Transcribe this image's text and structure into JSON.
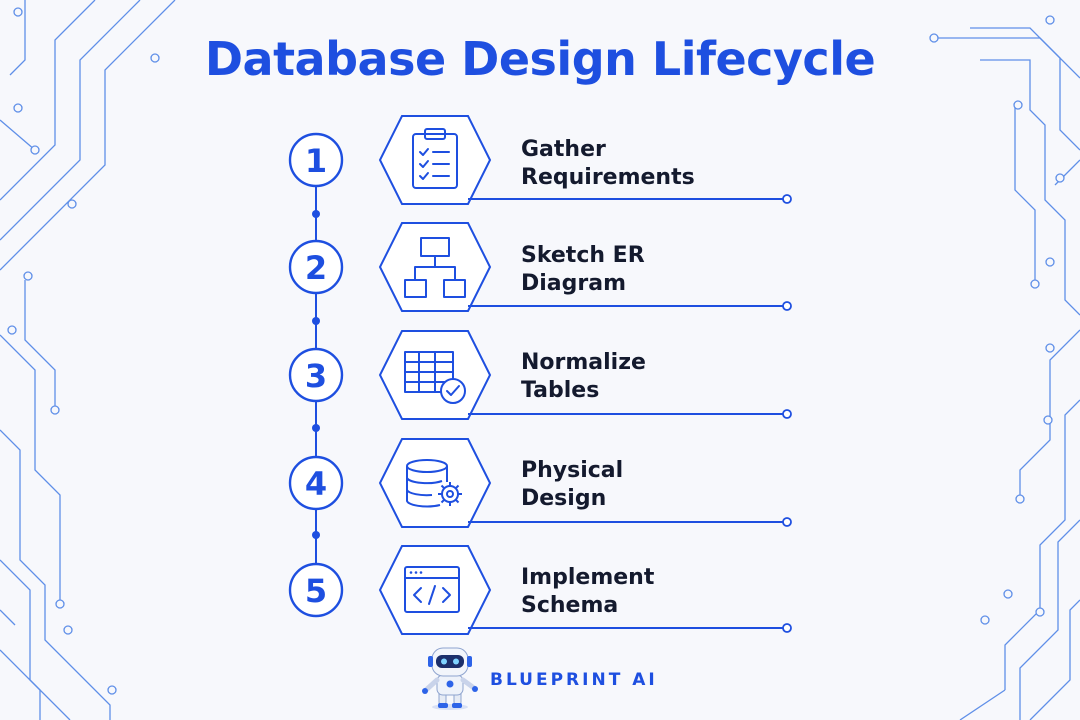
{
  "title": "Database Design Lifecycle",
  "colors": {
    "accent": "#1e4fe0",
    "circuit": "#5f8fe8",
    "text_dark": "#141a2e",
    "background": "#f7f8fc"
  },
  "steps": [
    {
      "number": "1",
      "line1": "Gather",
      "line2": "Requirements",
      "icon": "clipboard-checklist-icon"
    },
    {
      "number": "2",
      "line1": "Sketch ER",
      "line2": "Diagram",
      "icon": "hierarchy-diagram-icon"
    },
    {
      "number": "3",
      "line1": "Normalize",
      "line2": "Tables",
      "icon": "table-check-icon"
    },
    {
      "number": "4",
      "line1": "Physical",
      "line2": "Design",
      "icon": "database-gear-icon"
    },
    {
      "number": "5",
      "line1": "Implement",
      "line2": "Schema",
      "icon": "code-window-icon"
    }
  ],
  "brand": {
    "name": "BLUEPRINT AI",
    "mascot_icon": "robot-mascot-icon"
  }
}
